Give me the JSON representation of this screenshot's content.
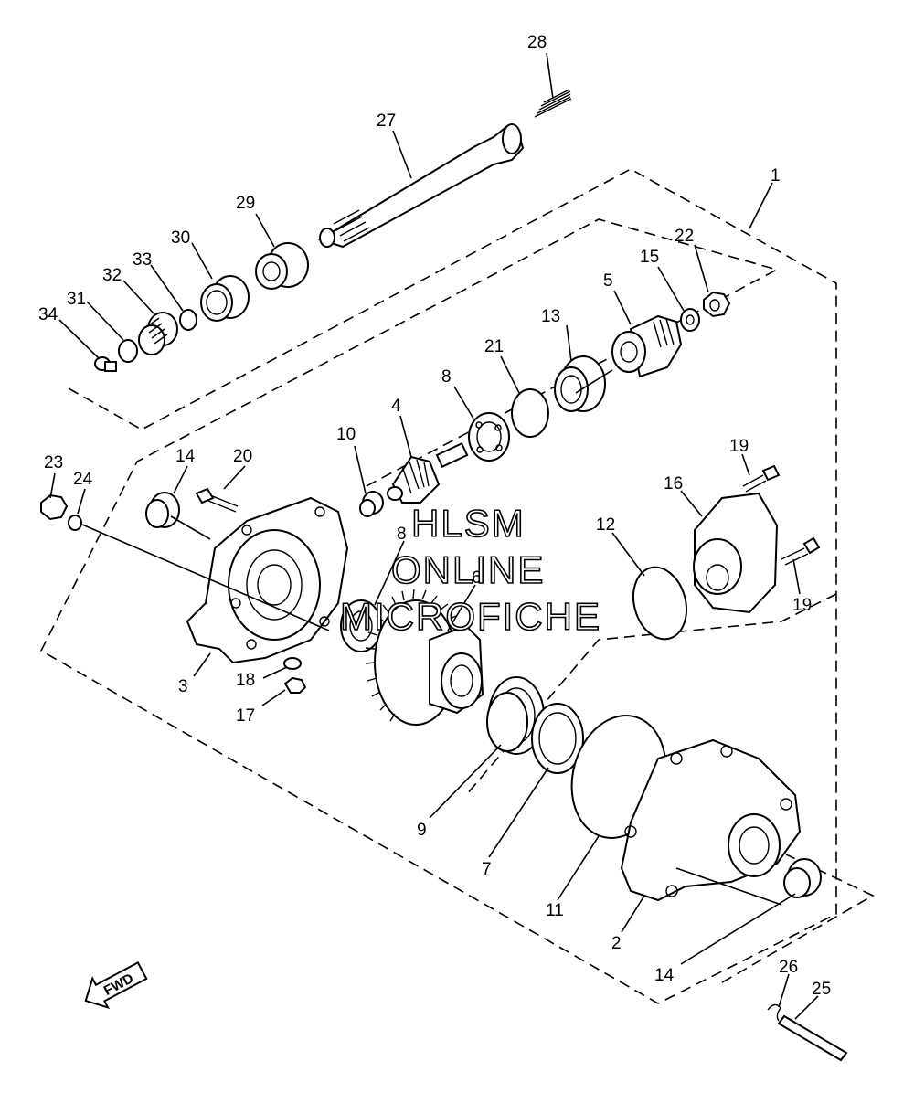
{
  "labels": {
    "p1": "1",
    "p2": "2",
    "p3": "3",
    "p4": "4",
    "p5": "5",
    "p6": "6",
    "p7": "7",
    "p8a": "8",
    "p8b": "8",
    "p9": "9",
    "p10": "10",
    "p11": "11",
    "p12": "12",
    "p13": "13",
    "p14a": "14",
    "p14b": "14",
    "p15": "15",
    "p16": "16",
    "p17": "17",
    "p18": "18",
    "p19a": "19",
    "p19b": "19",
    "p20": "20",
    "p21": "21",
    "p22": "22",
    "p23": "23",
    "p24": "24",
    "p25": "25",
    "p26": "26",
    "p27": "27",
    "p28": "28",
    "p29": "29",
    "p30": "30",
    "p31": "31",
    "p32": "32",
    "p33": "33",
    "p34": "34"
  },
  "watermark": {
    "line1": "HLSM",
    "line2": "ONLINE",
    "line3": "MICROFICHE"
  },
  "fwd_badge": "FWD"
}
